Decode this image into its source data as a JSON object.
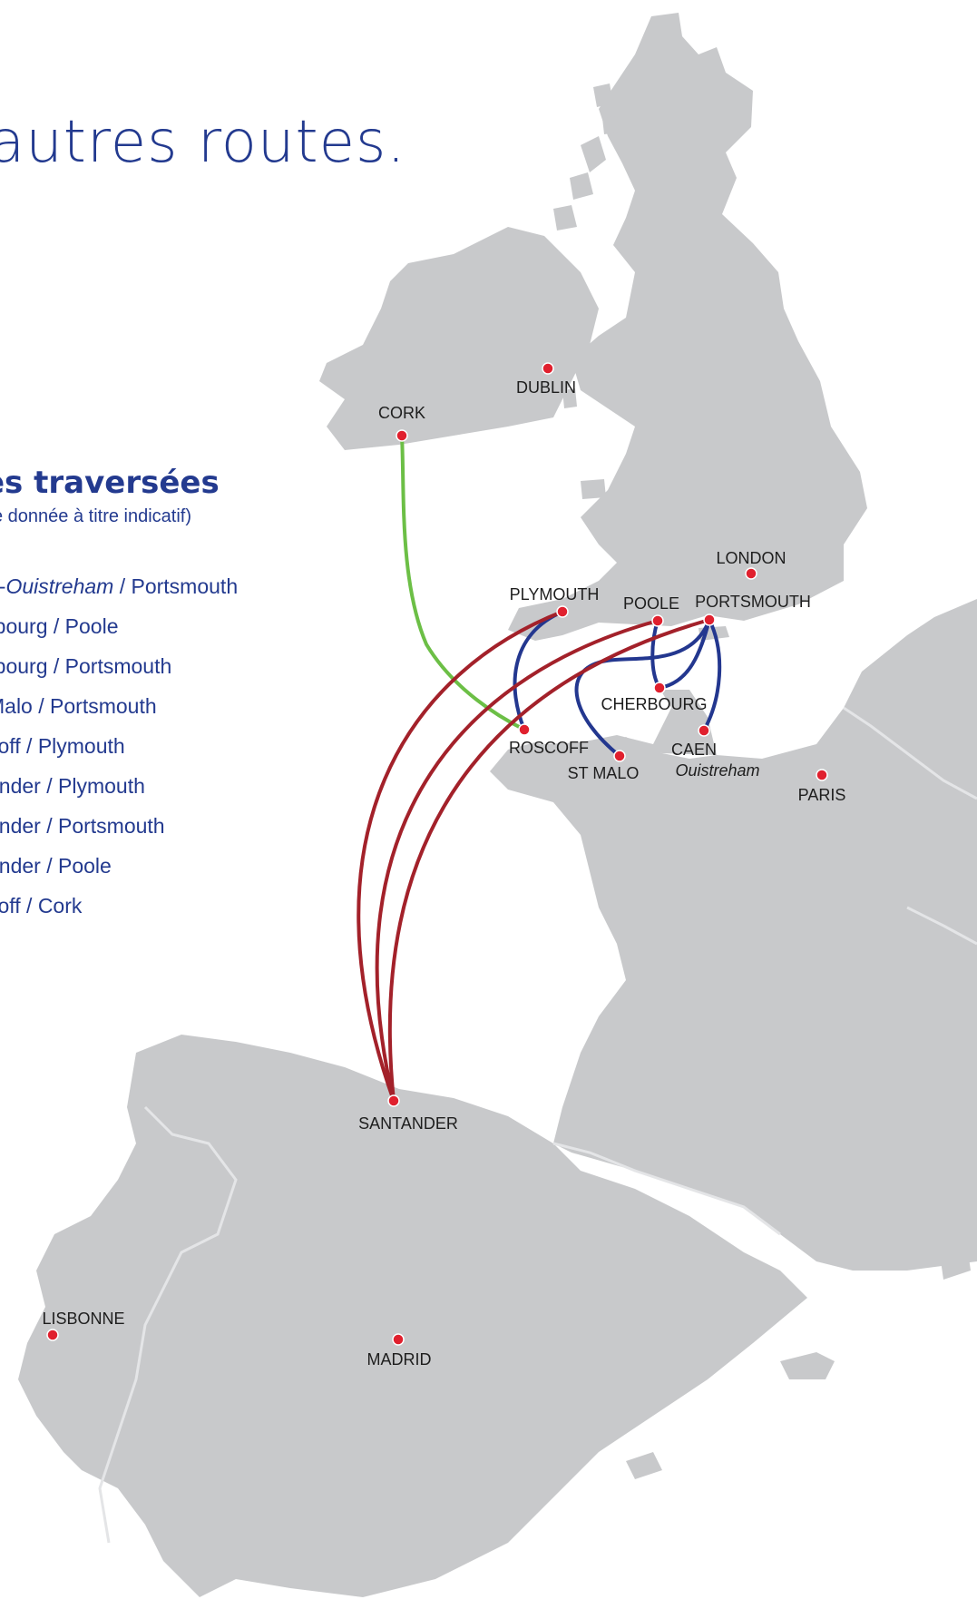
{
  "header": {
    "title_line_1": "t",
    "title_line_2": "autres routes."
  },
  "legend": {
    "heading": "es traversées",
    "note": "e donnée à titre indicatif)",
    "routes": [
      {
        "prefix": "n-",
        "italic": "Ouistreham",
        "suffix": " / Portsmouth"
      },
      {
        "prefix": "rbourg / Poole",
        "italic": "",
        "suffix": ""
      },
      {
        "prefix": "rbourg / Portsmouth",
        "italic": "",
        "suffix": ""
      },
      {
        "prefix": "Malo / Portsmouth",
        "italic": "",
        "suffix": ""
      },
      {
        "prefix": "coff / Plymouth",
        "italic": "",
        "suffix": ""
      },
      {
        "prefix": "ander / Plymouth",
        "italic": "",
        "suffix": ""
      },
      {
        "prefix": "ander / Portsmouth",
        "italic": "",
        "suffix": ""
      },
      {
        "prefix": "ander / Poole",
        "italic": "",
        "suffix": ""
      },
      {
        "prefix": "coff / Cork",
        "italic": "",
        "suffix": ""
      }
    ]
  },
  "colors": {
    "land": "#c8c9cb",
    "border": "#e4e5e7",
    "sea": "#ffffff",
    "text_blue": "#233a8f",
    "route_blue": "#23378f",
    "route_red": "#a3212a",
    "route_green": "#6cbf46",
    "city_dot": "#e0202e"
  },
  "cities": [
    {
      "id": "dublin",
      "name": "DUBLIN"
    },
    {
      "id": "cork",
      "name": "CORK"
    },
    {
      "id": "london",
      "name": "LONDON"
    },
    {
      "id": "plymouth",
      "name": "PLYMOUTH"
    },
    {
      "id": "poole",
      "name": "POOLE"
    },
    {
      "id": "portsmouth",
      "name": "PORTSMOUTH"
    },
    {
      "id": "cherbourg",
      "name": "CHERBOURG"
    },
    {
      "id": "roscoff",
      "name": "ROSCOFF"
    },
    {
      "id": "stmalo",
      "name": "ST MALO"
    },
    {
      "id": "caen",
      "name": "CAEN",
      "sub": "Ouistreham"
    },
    {
      "id": "paris",
      "name": "PARIS"
    },
    {
      "id": "santander",
      "name": "SANTANDER"
    },
    {
      "id": "lisbonne",
      "name": "LISBONNE"
    },
    {
      "id": "madrid",
      "name": "MADRID"
    }
  ],
  "routes": [
    {
      "from": "cork",
      "to": "roscoff",
      "color": "green"
    },
    {
      "from": "plymouth",
      "to": "roscoff",
      "color": "blue"
    },
    {
      "from": "poole",
      "to": "cherbourg",
      "color": "blue"
    },
    {
      "from": "portsmouth",
      "to": "cherbourg",
      "color": "blue"
    },
    {
      "from": "portsmouth",
      "to": "stmalo",
      "color": "blue"
    },
    {
      "from": "portsmouth",
      "to": "caen",
      "color": "blue"
    },
    {
      "from": "plymouth",
      "to": "santander",
      "color": "red"
    },
    {
      "from": "poole",
      "to": "santander",
      "color": "red"
    },
    {
      "from": "portsmouth",
      "to": "santander",
      "color": "red"
    }
  ]
}
